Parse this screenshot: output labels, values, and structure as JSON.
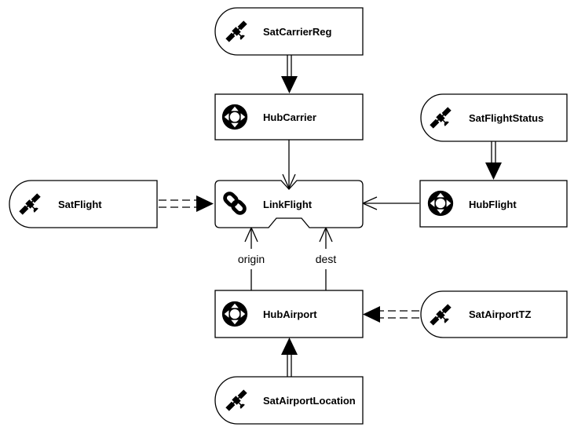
{
  "nodes": {
    "sat_carrier_reg": {
      "label": "SatCarrierReg",
      "kind": "satellite",
      "icon": "satellite-icon"
    },
    "hub_carrier": {
      "label": "HubCarrier",
      "kind": "hub",
      "icon": "hub-icon"
    },
    "sat_flight_status": {
      "label": "SatFlightStatus",
      "kind": "satellite",
      "icon": "satellite-icon"
    },
    "sat_flight": {
      "label": "SatFlight",
      "kind": "satellite",
      "icon": "satellite-icon"
    },
    "link_flight": {
      "label": "LinkFlight",
      "kind": "link",
      "icon": "chain-link-icon"
    },
    "hub_flight": {
      "label": "HubFlight",
      "kind": "hub",
      "icon": "hub-icon"
    },
    "hub_airport": {
      "label": "HubAirport",
      "kind": "hub",
      "icon": "hub-icon"
    },
    "sat_airport_tz": {
      "label": "SatAirportTZ",
      "kind": "satellite",
      "icon": "satellite-icon"
    },
    "sat_airport_location": {
      "label": "SatAirportLocation",
      "kind": "satellite",
      "icon": "satellite-icon"
    }
  },
  "edges": {
    "origin_label": "origin",
    "dest_label": "dest"
  }
}
